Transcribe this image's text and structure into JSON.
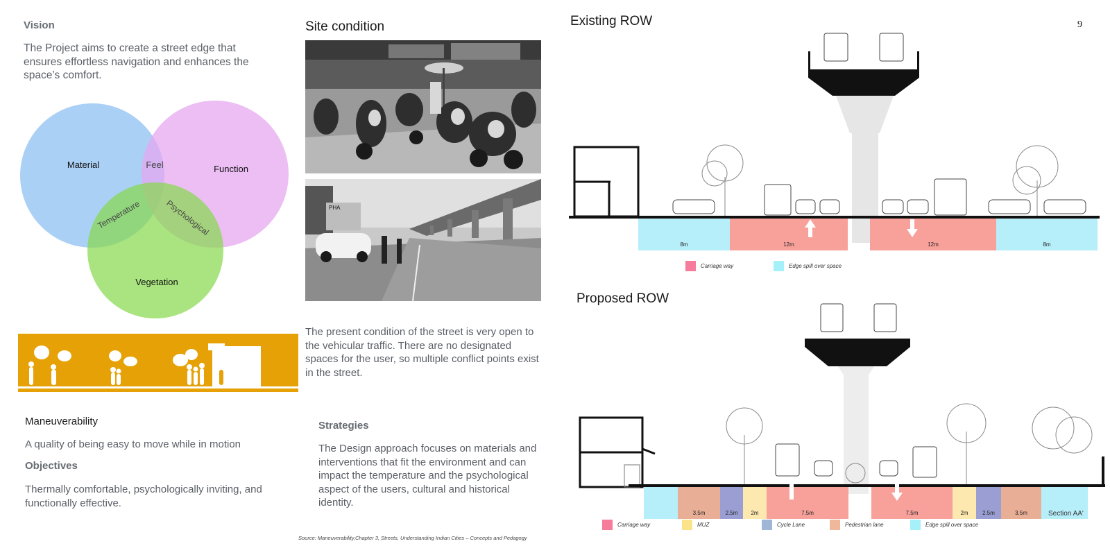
{
  "page_number": "9",
  "vision": {
    "heading": "Vision",
    "text": "The Project aims to create a street edge that ensures effortless navigation and enhances the space’s comfort."
  },
  "venn": {
    "labels": {
      "material": "Material",
      "function": "Function",
      "vegetation": "Vegetation",
      "feel": "Feel",
      "temperature": "Temperature",
      "psychological": "Psychological"
    },
    "colors": {
      "material": "#8fc0f2",
      "function": "#e6a8f0",
      "vegetation": "#86d84a"
    }
  },
  "banner": {
    "color": "#e5a106"
  },
  "maneuverability": {
    "heading": "Maneuverability",
    "text": "A quality of being easy to move while in motion"
  },
  "objectives": {
    "heading": "Objectives",
    "text": "Thermally comfortable, psychologically inviting, and functionally effective."
  },
  "site": {
    "heading": "Site condition",
    "text": "The present condition of the street is very open to the vehicular traffic. There are no designated spaces for the user, so multiple conflict points exist in the street."
  },
  "strategies": {
    "heading": "Strategies",
    "text": "The Design approach focuses on materials and interventions that fit the environment and can impact the temperature and the psychological aspect of the users, cultural and historical identity."
  },
  "source": "Source: Maneuverability,Chapter 3, Streets, Understanding Indian Cities – Concepts and Pedagogy",
  "existing": {
    "title": "Existing ROW",
    "lanes": [
      {
        "label": "8m",
        "color": "#b6eefa"
      },
      {
        "label": "12m",
        "color": "#f8a09a"
      },
      {
        "label": "12m",
        "color": "#f8a09a"
      },
      {
        "label": "8m",
        "color": "#b6eefa"
      }
    ],
    "legend": [
      {
        "label": "Carriage way",
        "color": "#f57c9a"
      },
      {
        "label": "Edge spill over space",
        "color": "#a6f0fa"
      }
    ]
  },
  "proposed": {
    "title": "Proposed ROW",
    "lanes": [
      {
        "label": "",
        "color": "#b6eefa"
      },
      {
        "label": "3.5m",
        "color": "#e9ae96"
      },
      {
        "label": "2.5m",
        "color": "#9a9ed2"
      },
      {
        "label": "2m",
        "color": "#fde8b0"
      },
      {
        "label": "7.5m",
        "color": "#f8a09a"
      },
      {
        "label": "7.5m",
        "color": "#f8a09a"
      },
      {
        "label": "2m",
        "color": "#fde8b0"
      },
      {
        "label": "2.5m",
        "color": "#9a9ed2"
      },
      {
        "label": "3.5m",
        "color": "#e9ae96"
      },
      {
        "label": "",
        "color": "#b6eefa"
      }
    ],
    "legend": [
      {
        "label": "Carriage way",
        "color": "#f57c9a"
      },
      {
        "label": "MUZ",
        "color": "#fbe38a"
      },
      {
        "label": "Cycle Lane",
        "color": "#9fb6d6"
      },
      {
        "label": "Pedestrian lane",
        "color": "#f0b89a"
      },
      {
        "label": "Edge spill over space",
        "color": "#a6f0fa"
      }
    ],
    "section_label": "Section AA'"
  }
}
